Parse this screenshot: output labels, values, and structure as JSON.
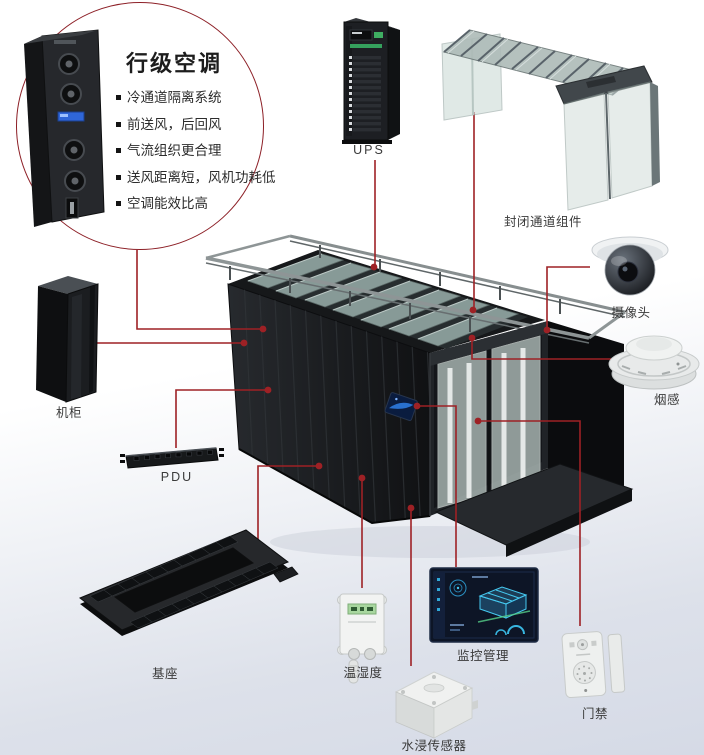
{
  "callout": {
    "title": "行级空调",
    "bullets": [
      "冷通道隔离系统",
      "前送风，后回风",
      "气流组织更合理",
      "送风距离短，风机功耗低",
      "空调能效比高"
    ]
  },
  "labels": {
    "ups": "UPS",
    "aisle_kit": "封闭通道组件",
    "camera": "摄像头",
    "smoke": "烟感",
    "rack": "机柜",
    "pdu": "PDU",
    "base": "基座",
    "temp_humidity": "温湿度",
    "water_sensor": "水浸传感器",
    "monitoring": "监控管理",
    "access": "门禁"
  },
  "colors": {
    "connector_line": "#9e2125",
    "callout_circle_stroke": "#8d2027",
    "container_body": "#1a1c1f",
    "background_bottom": "#d5dae6",
    "monitor_screen_accent": "#45c8f0"
  }
}
